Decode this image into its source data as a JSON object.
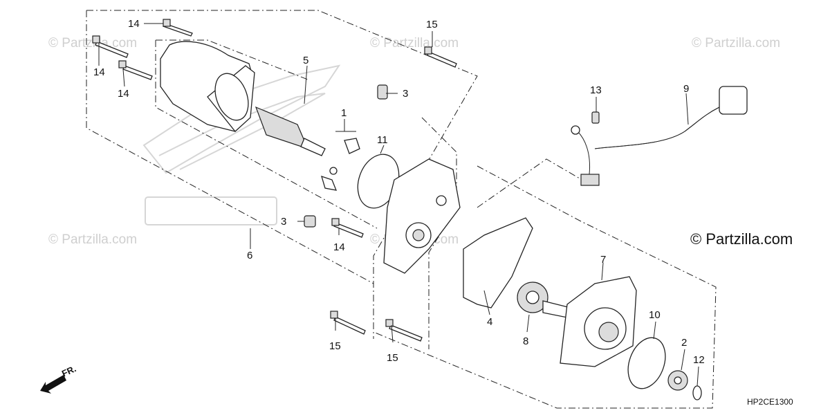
{
  "diagram": {
    "callouts": {
      "c1": "1",
      "c2": "2",
      "c3a": "3",
      "c3b": "3",
      "c4": "4",
      "c5": "5",
      "c6": "6",
      "c7": "7",
      "c8": "8",
      "c9": "9",
      "c10": "10",
      "c11": "11",
      "c12": "12",
      "c13": "13",
      "c14a": "14",
      "c14b": "14",
      "c14c": "14",
      "c14d": "14",
      "c15a": "15",
      "c15b": "15",
      "c15c": "15"
    },
    "watermark_faint": "© Partzilla.com",
    "watermark_strong": "© Partzilla.com",
    "direction_label": "FR.",
    "diagram_code": "HP2CE1300"
  }
}
